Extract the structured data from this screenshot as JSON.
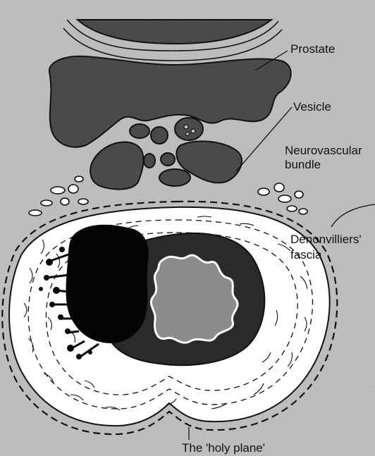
{
  "labels": {
    "prostate": "Prostate",
    "vesicle": "Vesicle",
    "neurovascular_line1": "Neurovascular",
    "neurovascular_line2": "bundle",
    "denonvilliers_line1": "Denonvilliers'",
    "denonvilliers_line2": "fascia",
    "holy_plane": "The 'holy plane'"
  },
  "colors": {
    "background": "#bdbdbd",
    "tissue_dark": "#4a4a4a",
    "ink": "#111111",
    "mesorectum": "#ffffff",
    "lumen": "#8c8c8c"
  }
}
